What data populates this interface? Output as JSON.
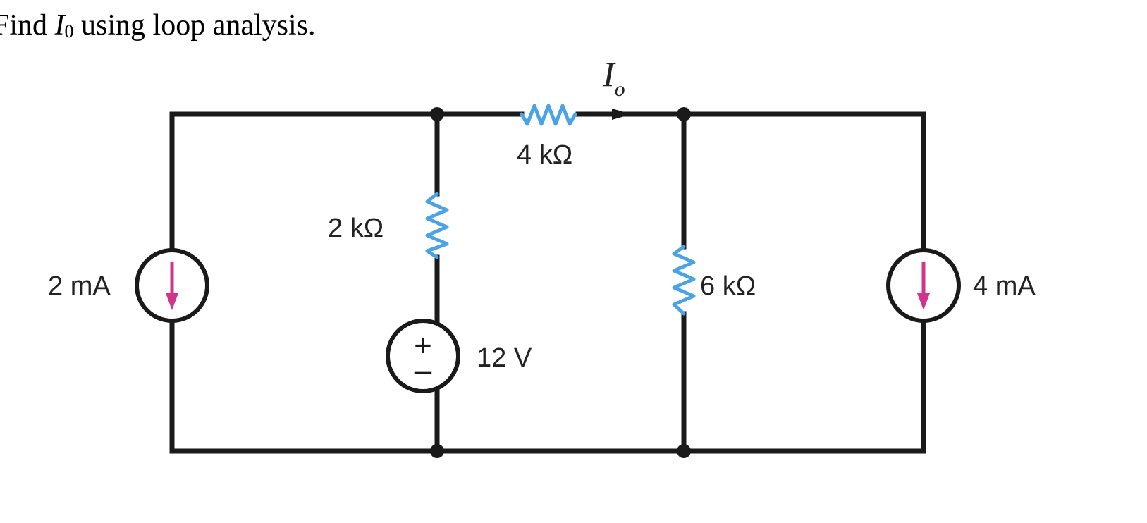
{
  "problem": {
    "prefix": "Find ",
    "var": "I",
    "var_sub": "0",
    "suffix": " using loop analysis."
  },
  "circuit": {
    "current_label": "I",
    "current_label_sub": "o",
    "r_top_label": "4 kΩ",
    "r_mid_label": "2 kΩ",
    "r_right_label": "6 kΩ",
    "v_source_label": "12 V",
    "i_left_label": "2 mA",
    "i_right_label": "4 mA",
    "v_plus": "+",
    "v_minus": "–",
    "colors": {
      "wire": "#1a1a1a",
      "resistor": "#4aa3e4",
      "arrow": "#d0358e"
    }
  }
}
